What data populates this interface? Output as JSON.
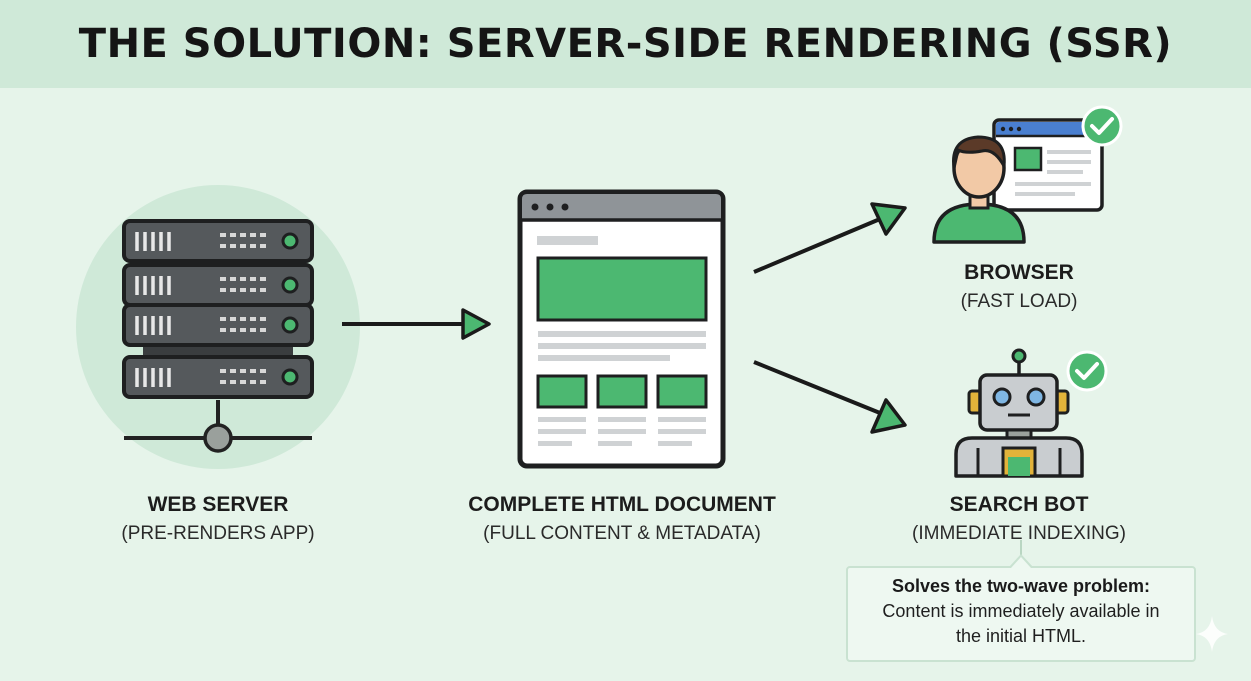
{
  "title": "THE SOLUTION: SERVER-SIDE RENDERING (SSR)",
  "nodes": {
    "server": {
      "label": "WEB SERVER",
      "sublabel": "(PRE-RENDERS APP)"
    },
    "document": {
      "label": "COMPLETE HTML DOCUMENT",
      "sublabel": "(FULL CONTENT & METADATA)"
    },
    "browser": {
      "label": "BROWSER",
      "sublabel": "(FAST LOAD)"
    },
    "bot": {
      "label": "SEARCH BOT",
      "sublabel": "(IMMEDIATE INDEXING)"
    }
  },
  "callout": {
    "title": "Solves the two-wave problem:",
    "body": "Content is immediately available in the initial HTML."
  },
  "icons": [
    "server-rack-icon",
    "html-document-icon",
    "user-browser-icon",
    "robot-icon",
    "check-icon",
    "arrow-icon",
    "sparkle-icon"
  ],
  "colors": {
    "background": "#e6f4ea",
    "title_band": "#cfe9d8",
    "accent_green": "#4cb871",
    "dark": "#1a1a1a"
  }
}
